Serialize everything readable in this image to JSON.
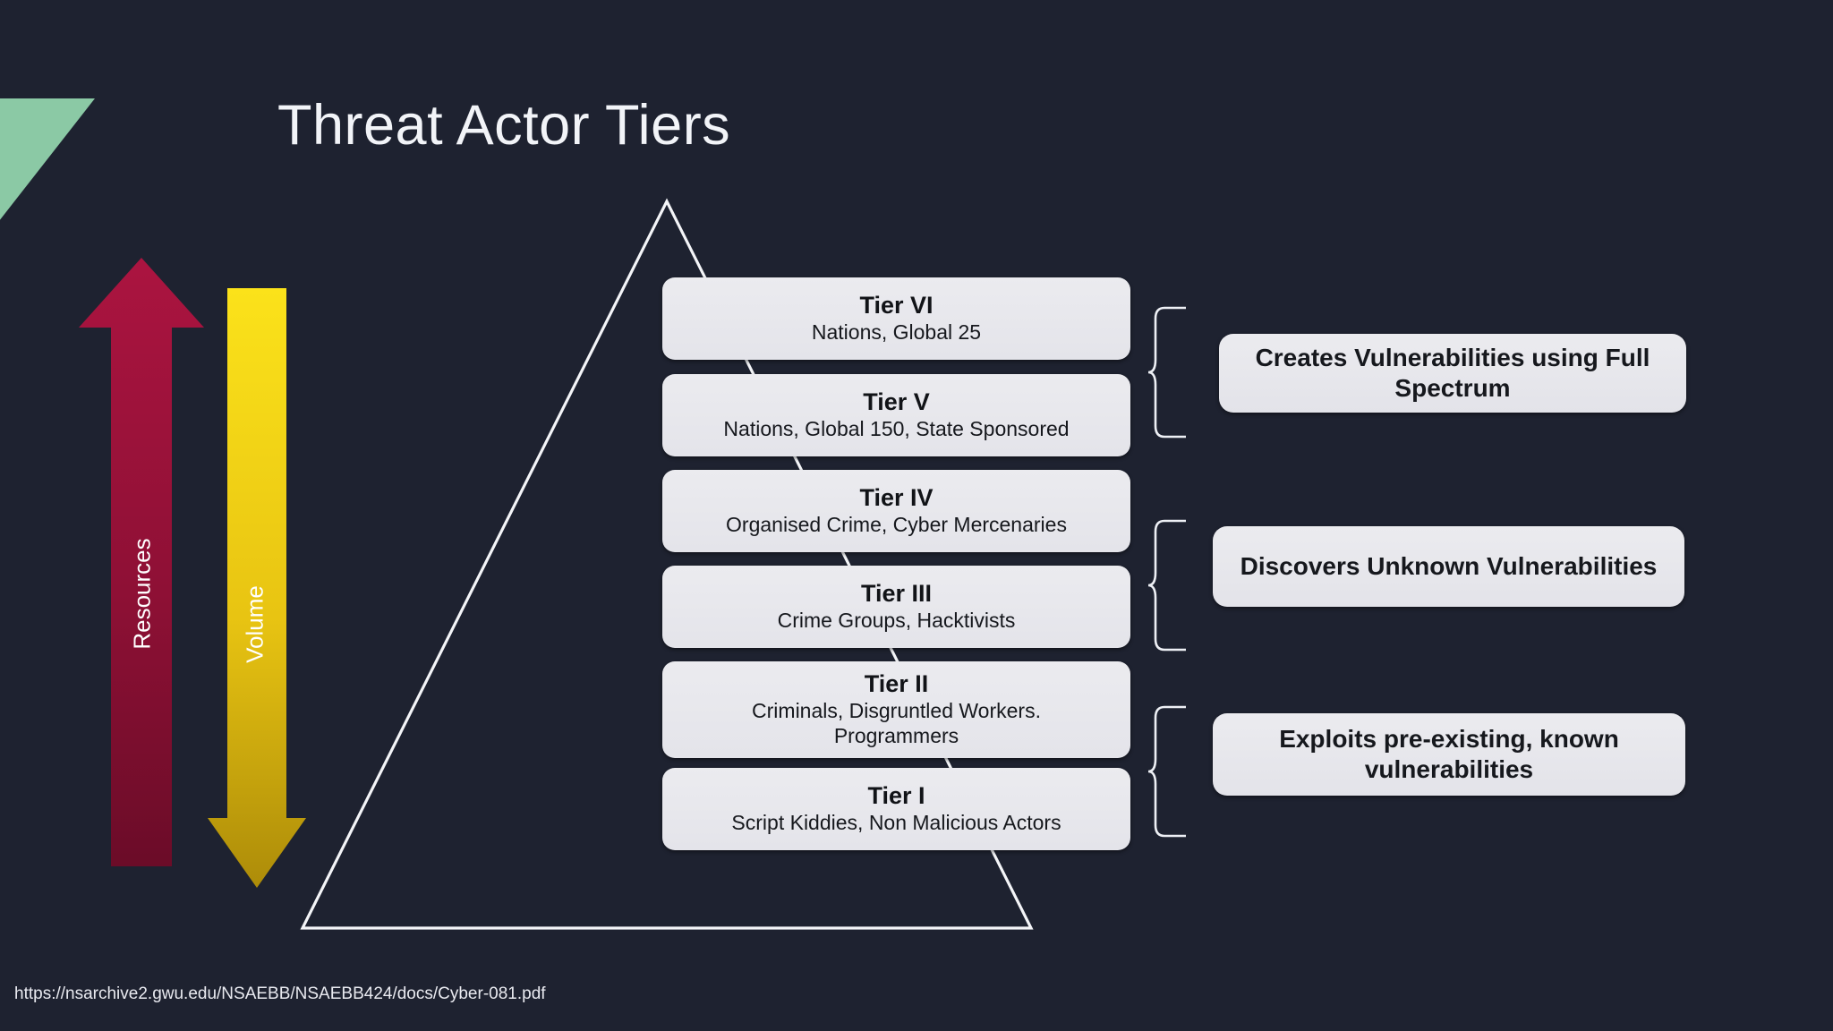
{
  "slide": {
    "title": "Threat Actor Tiers",
    "background_color": "#1e2230",
    "footer_url": "https://nsarchive2.gwu.edu/NSAEBB/NSAEBB424/docs/Cyber-081.pdf"
  },
  "decor": {
    "ribbon_blue_color": "#0b50b0",
    "ribbon_green_color": "#8bc9a5"
  },
  "axes": [
    {
      "name": "resources",
      "label": "Resources",
      "direction": "up",
      "color_top": "#a3123c",
      "color_bottom": "#6e0d2a"
    },
    {
      "name": "volume",
      "label": "Volume",
      "direction": "down",
      "color_top": "#fbe21a",
      "color_bottom": "#b8960c"
    }
  ],
  "tiers": [
    {
      "title": "Tier VI",
      "subtitle": "Nations, Global 25"
    },
    {
      "title": "Tier V",
      "subtitle": "Nations, Global 150, State Sponsored"
    },
    {
      "title": "Tier IV",
      "subtitle": "Organised Crime, Cyber Mercenaries"
    },
    {
      "title": "Tier III",
      "subtitle": "Crime Groups, Hacktivists"
    },
    {
      "title": "Tier II",
      "subtitle": "Criminals, Disgruntled Workers.\nProgrammers"
    },
    {
      "title": "Tier I",
      "subtitle": "Script Kiddies, Non Malicious Actors"
    }
  ],
  "callouts": [
    {
      "text": "Creates Vulnerabilities using Full Spectrum"
    },
    {
      "text": "Discovers Unknown Vulnerabilities"
    },
    {
      "text": "Exploits pre-existing, known vulnerabilities"
    }
  ]
}
